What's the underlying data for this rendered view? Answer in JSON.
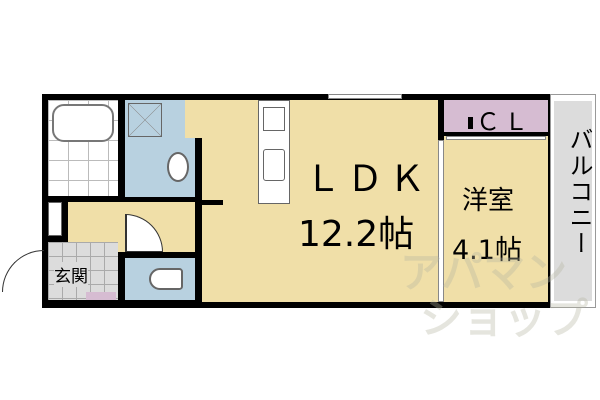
{
  "rooms": {
    "ldk": {
      "name": "ＬＤＫ",
      "size": "12.2帖"
    },
    "western": {
      "name": "洋室",
      "size": "4.1帖"
    },
    "closet": "ＣＬ",
    "balcony": "バルコニー",
    "entrance": "玄関"
  },
  "watermark": {
    "line1": "アパマン",
    "line2": "ショップ"
  },
  "colors": {
    "living": "#f0dfa8",
    "wet": "#b8d1e0",
    "closet": "#d6bcd2",
    "balcony": "#dcdcdc"
  }
}
